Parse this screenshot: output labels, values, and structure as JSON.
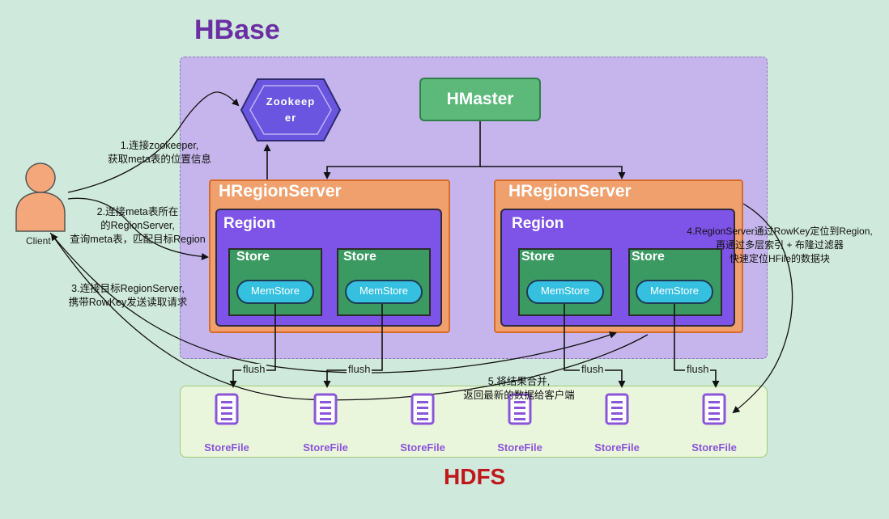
{
  "title": "HBase",
  "hdfs_title": "HDFS",
  "zookeeper": {
    "line1": "Zookeep",
    "line2": "er"
  },
  "hmaster": "HMaster",
  "client": "Client",
  "servers": [
    {
      "label": "HRegionServer",
      "region": "Region",
      "stores": [
        {
          "label": "Store",
          "memstore": "MemStore"
        },
        {
          "label": "Store",
          "memstore": "MemStore"
        }
      ]
    },
    {
      "label": "HRegionServer",
      "region": "Region",
      "stores": [
        {
          "label": "Store",
          "memstore": "MemStore"
        },
        {
          "label": "Store",
          "memstore": "MemStore"
        }
      ]
    }
  ],
  "flush_labels": [
    "flush",
    "flush",
    "flush",
    "flush"
  ],
  "storefiles": [
    "StoreFile",
    "StoreFile",
    "StoreFile",
    "StoreFile",
    "StoreFile",
    "StoreFile"
  ],
  "steps": {
    "s1": {
      "line1": "1.连接zookeeper,",
      "line2": "获取meta表的位置信息"
    },
    "s2": {
      "line1": "2.连接meta表所在",
      "line2": "的RegionServer,",
      "line3": "查询meta表，匹配目标Region"
    },
    "s3": {
      "line1": "3.连接目标RegionServer,",
      "line2": "携带RowKey发送读取请求"
    },
    "s4": {
      "line1": "4.RegionServer通过RowKey定位到Region,",
      "line2": "再通过多层索引 + 布隆过滤器",
      "line3": "快速定位HFile的数据块"
    },
    "s5": {
      "line1": "5.将结果合并,",
      "line2": "返回最新的数据给客户端"
    }
  },
  "colors": {
    "hbase_area": "#c5b5ec",
    "hdfs_area": "#eaf6dc",
    "server": "#f0a06c",
    "region": "#7e53e8",
    "store": "#3a9a61",
    "memstore": "#35c0e0",
    "hmaster": "#5cb97a",
    "zookeeper": "#6a55e0",
    "client": "#f4a77a",
    "hbase_title": "#6b2fa3",
    "hdfs_title": "#c0171b"
  }
}
